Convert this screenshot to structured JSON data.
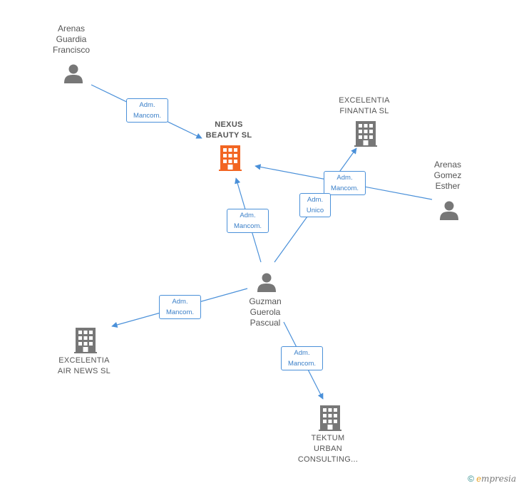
{
  "persons": [
    {
      "id": "arenas-guardia",
      "label": "Arenas\nGuardia\nFrancisco"
    },
    {
      "id": "arenas-gomez",
      "label": "Arenas\nGomez\nEsther"
    },
    {
      "id": "guzman-guerola",
      "label": "Guzman\nGuerola\nPascual"
    }
  ],
  "companies": [
    {
      "id": "nexus",
      "label": "NEXUS\nBEAUTY  SL",
      "highlight": true
    },
    {
      "id": "finantia",
      "label": "EXCELENTIA\nFINANTIA  SL"
    },
    {
      "id": "airnews",
      "label": "EXCELENTIA\nAIR NEWS  SL"
    },
    {
      "id": "tektum",
      "label": "TEKTUM\nURBAN\nCONSULTING..."
    }
  ],
  "edge_labels": [
    {
      "id": "e1",
      "label": "Adm.\nMancom."
    },
    {
      "id": "e2",
      "label": "Adm.\nMancom."
    },
    {
      "id": "e3",
      "label": "Adm.\nMancom."
    },
    {
      "id": "e4",
      "label": "Adm.\nUnico"
    },
    {
      "id": "e5",
      "label": "Adm.\nMancom."
    },
    {
      "id": "e6",
      "label": "Adm.\nMancom."
    }
  ],
  "colors": {
    "edge": "#4a90d9",
    "person_icon": "#777777",
    "company_icon": "#777777",
    "highlight_company": "#f26522"
  },
  "footer": {
    "copyright": "©",
    "brand_initial": "e",
    "brand_rest": "mpresia"
  }
}
